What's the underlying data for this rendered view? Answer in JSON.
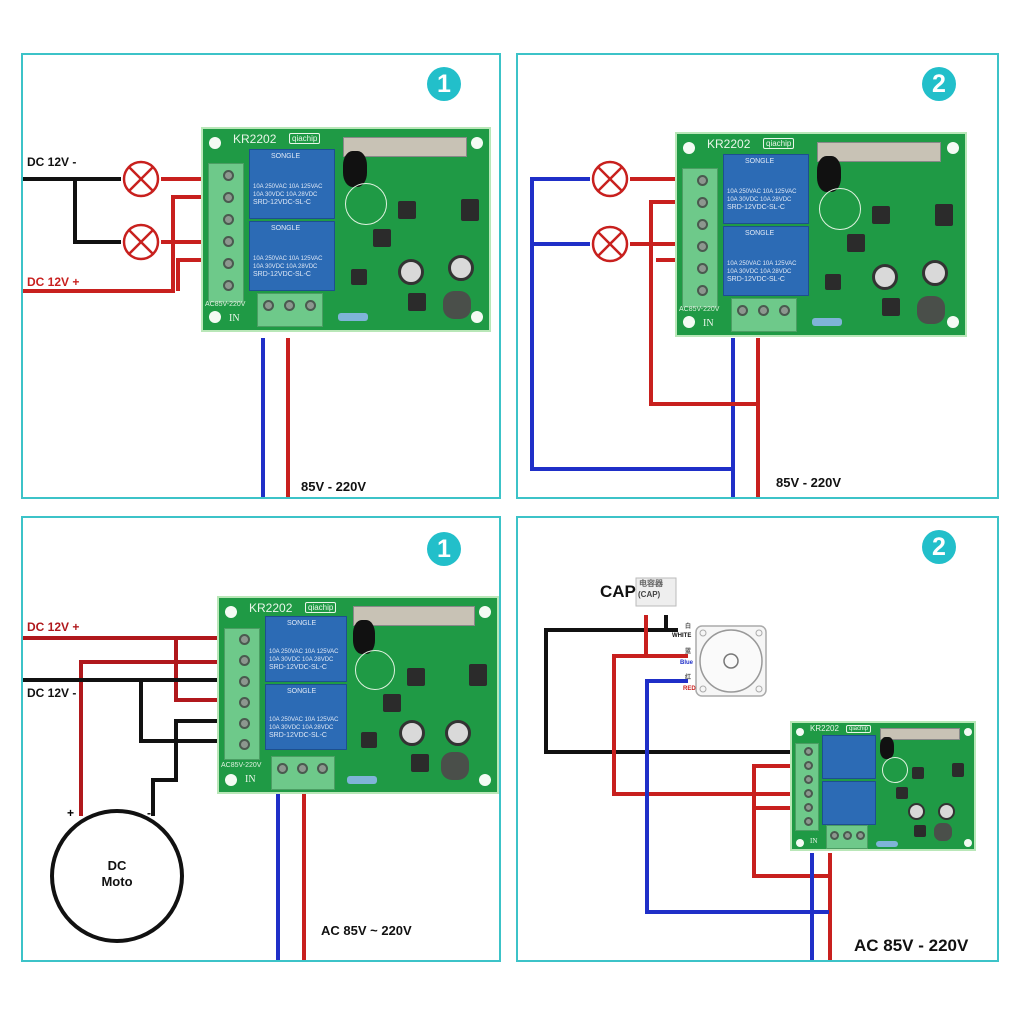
{
  "colors": {
    "panel_border": "#3cc3c8",
    "badge": "#22bfca",
    "wire_red": "#c8201e",
    "wire_blue": "#1f2fc8",
    "wire_black": "#111111",
    "pcb_green": "#1f9a45",
    "relay_blue": "#2c6bb5"
  },
  "board": {
    "model": "KR2202",
    "brand": "qiachip",
    "input_label": "IN",
    "input_range": "AC85V-220V",
    "relay": {
      "brand": "SONGLE",
      "rating_line1": "10A 250VAC 10A 125VAC",
      "rating_line2": "10A 30VDC 10A 28VDC",
      "part": "SRD-12VDC-SL-C"
    }
  },
  "panels": [
    {
      "id": "panel-1-top-left",
      "badge": "1",
      "labels": {
        "neg": "DC 12V -",
        "pos": "DC 12V +",
        "supply": "85V - 220V"
      },
      "loads": [
        "lamp",
        "lamp"
      ]
    },
    {
      "id": "panel-2-top-right",
      "badge": "2",
      "labels": {
        "supply": "85V - 220V"
      },
      "loads": [
        "lamp",
        "lamp"
      ]
    },
    {
      "id": "panel-3-bottom-left",
      "badge": "1",
      "labels": {
        "pos": "DC 12V +",
        "neg": "DC 12V -",
        "supply": "AC 85V ~ 220V",
        "motor_line1": "DC",
        "motor_line2": "Moto",
        "motor_plus": "+",
        "motor_minus": "-"
      },
      "loads": [
        "dc-motor"
      ]
    },
    {
      "id": "panel-4-bottom-right",
      "badge": "2",
      "labels": {
        "cap": "CAP",
        "cap_cn": "电容器",
        "cap_sub": "(CAP)",
        "white": "WHITE",
        "blue": "Blue",
        "red": "RED",
        "white_cn": "白",
        "blue_cn": "蓝",
        "red_cn": "红",
        "supply": "AC 85V - 220V"
      },
      "loads": [
        "ac-motor"
      ]
    }
  ]
}
